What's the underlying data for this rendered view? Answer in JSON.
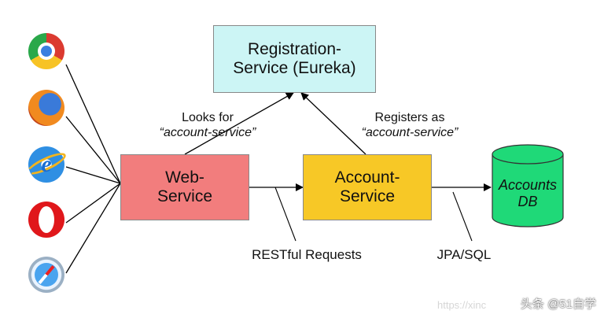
{
  "nodes": {
    "registry": {
      "label": "Registration-\nService (Eureka)",
      "color": "#ccf5f5"
    },
    "web": {
      "label": "Web-\nService",
      "color": "#f27d7d"
    },
    "account": {
      "label": "Account-\nService",
      "color": "#f7c826"
    },
    "db": {
      "label": "Accounts\nDB",
      "color": "#1fd978"
    }
  },
  "labels": {
    "looks_for_line1": "Looks for",
    "looks_for_line2": "“account-service”",
    "registers_line1": "Registers as",
    "registers_line2": "“account-service”",
    "restful": "RESTful Requests",
    "jpa": "JPA/SQL"
  },
  "browsers": [
    {
      "icon": "chrome-icon"
    },
    {
      "icon": "firefox-icon"
    },
    {
      "icon": "internet-explorer-icon"
    },
    {
      "icon": "opera-icon"
    },
    {
      "icon": "safari-icon"
    }
  ],
  "watermark": {
    "main": "头条 @51自学",
    "faint": "https://xinc"
  }
}
